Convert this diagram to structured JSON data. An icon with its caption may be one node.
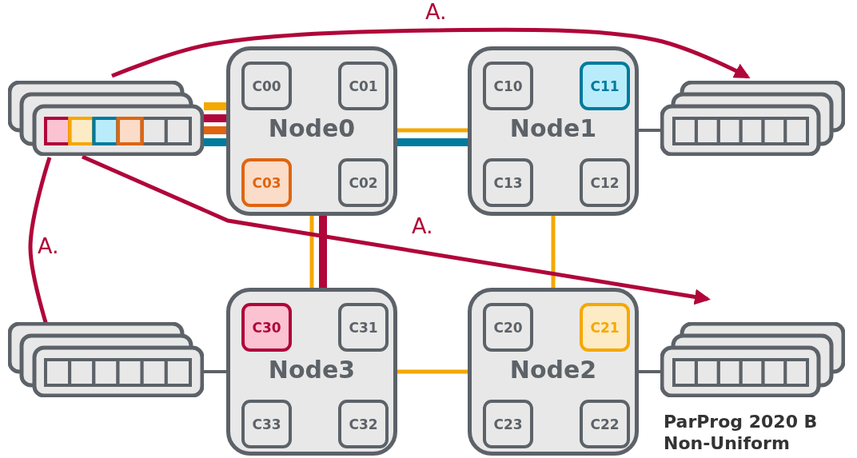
{
  "diagram": {
    "nodes": [
      {
        "text": [
          "Node0"
        ]
      },
      {
        "text": [
          "C00"
        ],
        "in": 0
      },
      {
        "text": [
          "C01"
        ],
        "in": 0
      },
      {
        "text": [
          "C03"
        ],
        "in": 0
      },
      {
        "text": [
          "C02"
        ],
        "in": 0
      },
      {
        "text": [
          "Node1"
        ]
      },
      {
        "text": [
          "C10"
        ],
        "in": 5
      },
      {
        "text": [
          "C11"
        ],
        "in": 5
      },
      {
        "text": [
          "C13"
        ],
        "in": 5
      },
      {
        "text": [
          "C12"
        ],
        "in": 5
      },
      {
        "text": [
          "Node3"
        ]
      },
      {
        "text": [
          "C30"
        ],
        "in": 10
      },
      {
        "text": [
          "C31"
        ],
        "in": 10
      },
      {
        "text": [
          "C33"
        ],
        "in": 10
      },
      {
        "text": [
          "C32"
        ],
        "in": 10
      },
      {
        "text": [
          "Node2"
        ]
      },
      {
        "text": [
          "C20"
        ],
        "in": 15
      },
      {
        "text": [
          "C21"
        ],
        "in": 15
      },
      {
        "text": [
          "C23"
        ],
        "in": 15
      },
      {
        "text": [
          "C22"
        ],
        "in": 15
      },
      {
        "text": [],
        "shape": "box"
      },
      {
        "text": [],
        "shape": "box"
      },
      {
        "text": [],
        "shape": "box"
      },
      {
        "text": [],
        "shape": "box"
      }
    ],
    "edges": [
      {
        "from": 20,
        "to": 0,
        "arrow": "none",
        "style": "thick"
      },
      {
        "from": 20,
        "to": 0,
        "arrow": "none",
        "style": "thick",
        "color": "#b0063a"
      },
      {
        "from": 20,
        "to": 0,
        "arrow": "none",
        "style": "thick",
        "color": "#df6510"
      },
      {
        "from": 20,
        "to": 0,
        "arrow": "none",
        "style": "thick",
        "color": "#007a9d"
      },
      {
        "from": 0,
        "to": 5,
        "arrow": "none"
      },
      {
        "from": 0,
        "to": 5,
        "arrow": "none",
        "style": "thick",
        "color": "#007a9d"
      },
      {
        "from": 0,
        "to": 10,
        "arrow": "none"
      },
      {
        "from": 0,
        "to": 10,
        "arrow": "none",
        "style": "thick",
        "color": "#b0063a"
      },
      {
        "from": 5,
        "to": 15,
        "arrow": "none"
      },
      {
        "from": 10,
        "to": 15,
        "arrow": "none"
      },
      {
        "from": 21,
        "to": 5,
        "arrow": "none",
        "color": "#5c6268"
      },
      {
        "from": 22,
        "to": 10,
        "arrow": "none",
        "color": "#5c6268"
      },
      {
        "from": 23,
        "to": 15,
        "arrow": "none",
        "color": "#5c6268"
      },
      {
        "from": 20,
        "to": 21,
        "arrow": "to",
        "label": "A.",
        "color": "#b0063a"
      },
      {
        "from": 20,
        "to": 23,
        "arrow": "to",
        "label": "A.",
        "color": "#b0063a"
      },
      {
        "from": 20,
        "to": 22,
        "arrow": "to",
        "label": "A.",
        "color": "#b0063a"
      }
    ],
    "labels": [
      "ParProg 2020 B Non-Uniform"
    ]
  }
}
